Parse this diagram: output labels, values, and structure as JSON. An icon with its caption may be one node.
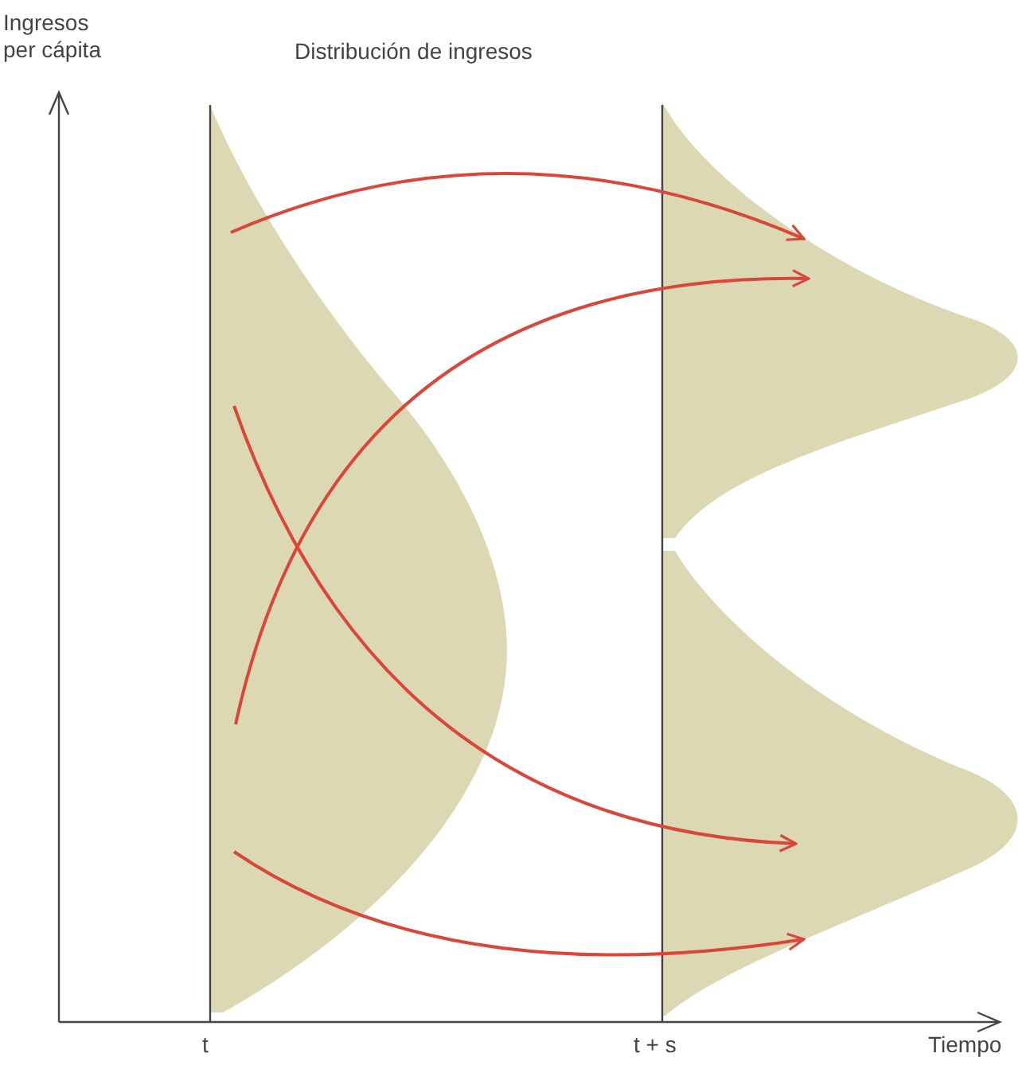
{
  "diagram": {
    "nodes": [
      {
        "text": [],
        "shape": "area"
      },
      {
        "text": [],
        "shape": "area"
      },
      {
        "text": [],
        "shape": "area"
      }
    ],
    "edges": [
      {
        "from": 0,
        "to": 1,
        "arrow": "to"
      },
      {
        "from": 0,
        "to": 1,
        "arrow": "to"
      },
      {
        "from": 0,
        "to": 2,
        "arrow": "to"
      },
      {
        "from": 0,
        "to": 2,
        "arrow": "to"
      }
    ],
    "labels": [
      "Ingresos per cápita",
      "Distribución de ingresos",
      "t",
      "t + s",
      "Tiempo"
    ]
  }
}
